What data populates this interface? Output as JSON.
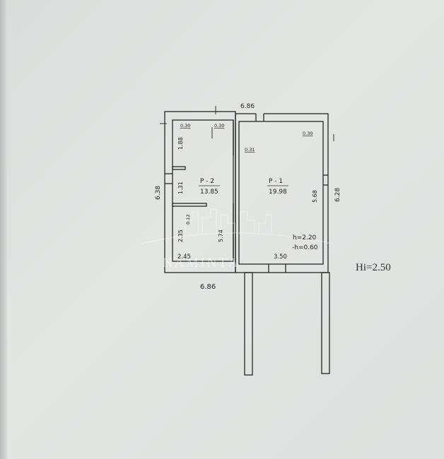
{
  "plan": {
    "overall_top": "6.86",
    "overall_bottom": "6.86",
    "overall_left": "6.38",
    "overall_right": "6.28",
    "wall_p2_top": "0.30",
    "wall_p2_top_inner": "0.30",
    "wall_partition": "0.31",
    "wall_p1_top": "0.30",
    "p2_upper_height": "1.88",
    "p2_mid_height": "1.31",
    "p2_stub": "0.12",
    "p2_lower_height": "2.35",
    "p2_bottom_width": "2.45",
    "p2_length": "5.74",
    "p1_length": "5.68",
    "p1_width": "3.50",
    "room_p2_label": "P - 2",
    "room_p2_area": "13.85",
    "room_p1_label": "P - 1",
    "room_p1_area": "19.98",
    "height_inner": "h=2.20",
    "height_floor": "-h=0.60",
    "height_total": "Hi=2.50"
  },
  "watermark": {
    "text": "NAMINTA"
  }
}
